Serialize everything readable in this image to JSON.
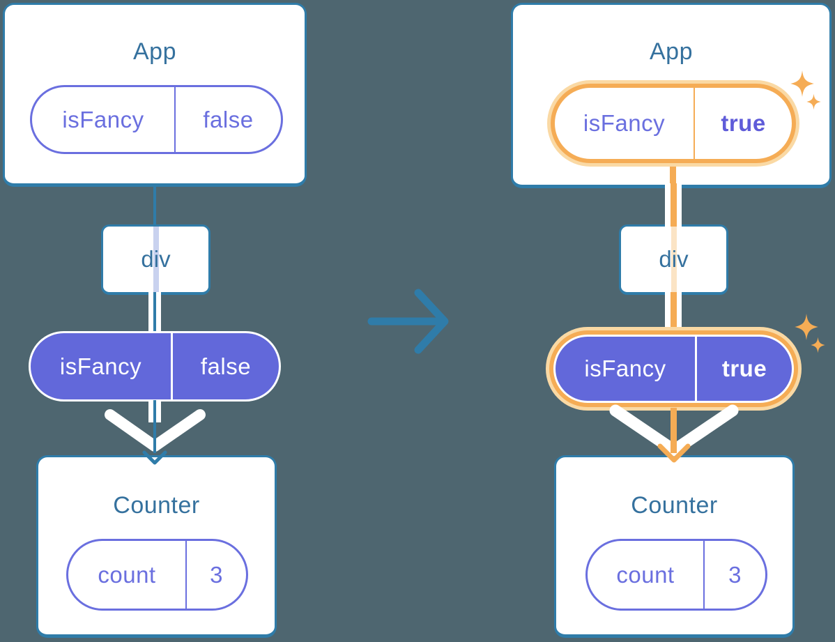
{
  "colors": {
    "background": "#4E6670",
    "card_border": "#2F7CA9",
    "title_text": "#35719E",
    "purple_outline": "#6A6FDF",
    "purple_fill": "#6268DA",
    "orange": "#F5AC55",
    "orange_light": "#FAD9A4",
    "pale_lavender_line": "#C9D2EF",
    "pale_orange_line": "#FBE4C5",
    "white": "#FFFFFF"
  },
  "before": {
    "app": {
      "title": "App",
      "state": {
        "key": "isFancy",
        "value": "false"
      }
    },
    "div": {
      "label": "div"
    },
    "prop": {
      "key": "isFancy",
      "value": "false"
    },
    "counter": {
      "title": "Counter",
      "state": {
        "key": "count",
        "value": "3"
      }
    }
  },
  "after": {
    "app": {
      "title": "App",
      "state": {
        "key": "isFancy",
        "value": "true"
      }
    },
    "div": {
      "label": "div"
    },
    "prop": {
      "key": "isFancy",
      "value": "true"
    },
    "counter": {
      "title": "Counter",
      "state": {
        "key": "count",
        "value": "3"
      }
    }
  },
  "icons": {
    "transition_arrow": "arrow-right-icon",
    "sparkle_large": "sparkle-icon",
    "sparkle_small": "sparkle-icon"
  }
}
